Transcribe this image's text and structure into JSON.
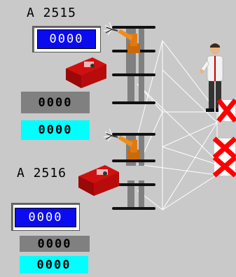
{
  "stations": [
    {
      "label": "A 2515",
      "counter_blue": "0000",
      "counter_gray": "0000",
      "counter_cyan": "0000"
    },
    {
      "label": "A 2516",
      "counter_blue": "0000",
      "counter_gray": "0000",
      "counter_cyan": "0000"
    }
  ],
  "colors": {
    "background": "#c9c9c9",
    "blue_counter": "#0b0bf0",
    "gray_counter": "#808080",
    "cyan_counter": "#00ffff",
    "fault_marker": "#ff0000",
    "robot": "#e07a10",
    "machine": "#d01010"
  },
  "icons": [
    "welding-robot-icon",
    "machine-tool-icon",
    "operator-icon",
    "fault-marker-icon",
    "conveyor-rack-icon"
  ]
}
